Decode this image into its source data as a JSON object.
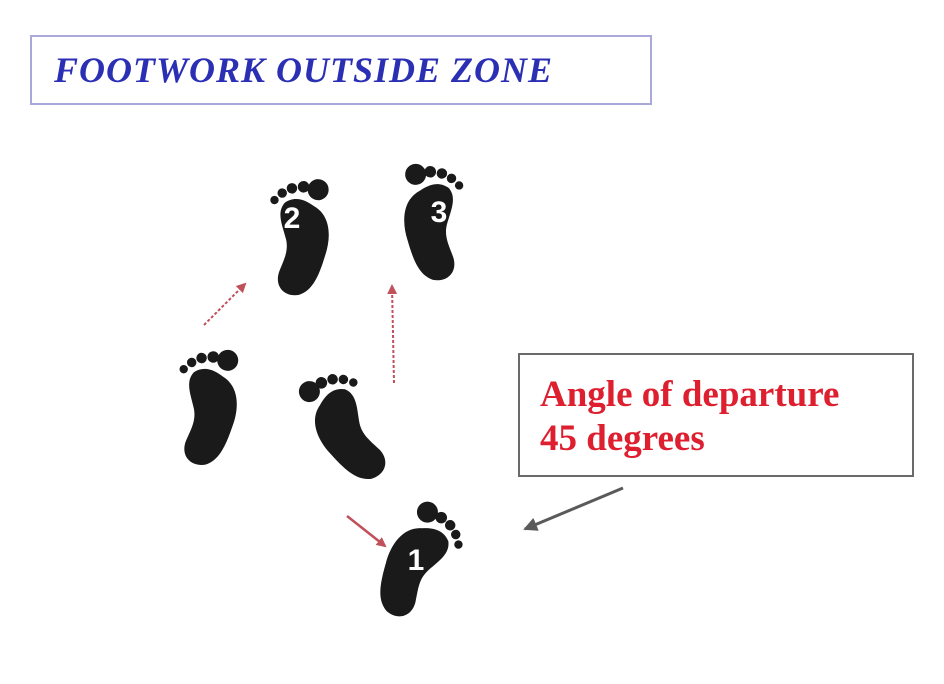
{
  "title": "FOOTWORK OUTSIDE ZONE",
  "note": {
    "line1": "Angle of departure",
    "line2": "45 degrees"
  },
  "steps": [
    "1",
    "2",
    "3"
  ],
  "colors": {
    "title": "#2b2fb4",
    "note_text": "#de1f2f",
    "footprint": "#1a1a1a",
    "step_arrow": "#c0505a",
    "pointer_arrow": "#5a5a5a"
  }
}
